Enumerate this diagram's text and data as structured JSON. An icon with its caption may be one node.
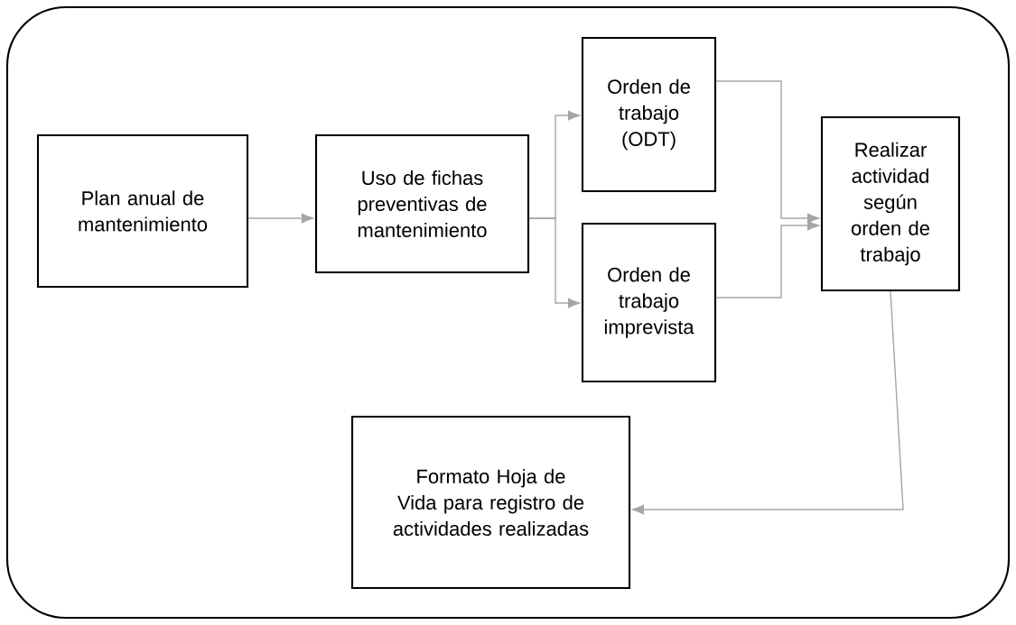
{
  "diagram": {
    "nodes": [
      {
        "text": [
          "Plan anual de mantenimiento"
        ]
      },
      {
        "text": [
          "Uso de fichas preventivas de mantenimiento"
        ]
      },
      {
        "text": [
          "Orden de trabajo (ODT)"
        ]
      },
      {
        "text": [
          "Orden de trabajo imprevista"
        ]
      },
      {
        "text": [
          "Realizar actividad según orden de trabajo"
        ]
      },
      {
        "text": [
          "Formato Hoja de Vida para registro de actividades realizadas"
        ]
      }
    ],
    "edges": [
      {
        "from": 0,
        "to": 1,
        "arrow": "to"
      },
      {
        "from": 1,
        "to": 2,
        "arrow": "to"
      },
      {
        "from": 1,
        "to": 3,
        "arrow": "to"
      },
      {
        "from": 2,
        "to": 4,
        "arrow": "to"
      },
      {
        "from": 3,
        "to": 4,
        "arrow": "to"
      },
      {
        "from": 4,
        "to": 5,
        "arrow": "to"
      }
    ]
  }
}
